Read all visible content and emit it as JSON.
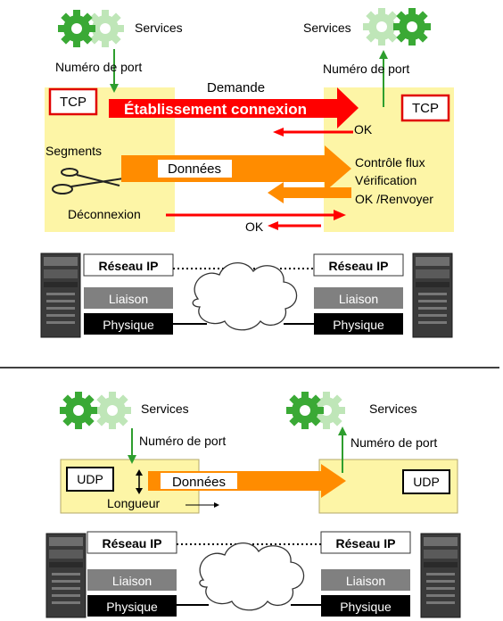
{
  "tcp": {
    "services_left": "Services",
    "services_right": "Services",
    "port_left": "Numéro de port",
    "port_right": "Numéro de port",
    "proto_left": "TCP",
    "proto_right": "TCP",
    "demande": "Demande",
    "etablissement": "Établissement connexion",
    "ok1": "OK",
    "segments": "Segments",
    "donnees": "Données",
    "controle": "Contrôle flux",
    "verification": "Vérification",
    "ok_renvoyer": "OK /Renvoyer",
    "deconnexion": "Déconnexion",
    "ok2": "OK",
    "stack_left": {
      "reseau": "Réseau IP",
      "liaison": "Liaison",
      "physique": "Physique"
    },
    "stack_right": {
      "reseau": "Réseau IP",
      "liaison": "Liaison",
      "physique": "Physique"
    }
  },
  "udp": {
    "services_left": "Services",
    "services_right": "Services",
    "port_left": "Numéro de port",
    "port_right": "Numéro de port",
    "proto_left": "UDP",
    "proto_right": "UDP",
    "donnees": "Données",
    "longueur": "Longueur",
    "stack_left": {
      "reseau": "Réseau IP",
      "liaison": "Liaison",
      "physique": "Physique"
    },
    "stack_right": {
      "reseau": "Réseau IP",
      "liaison": "Liaison",
      "physique": "Physique"
    }
  },
  "colors": {
    "yellow_panel": "#fdf5a6",
    "red_arrow": "#ff0000",
    "orange_arrow": "#ff8c00",
    "gear_green": "#3aa935",
    "gear_light": "#bfe6b8",
    "green_arrow": "#2e9e2e",
    "gray_band": "#808080",
    "black_band": "#000000"
  }
}
